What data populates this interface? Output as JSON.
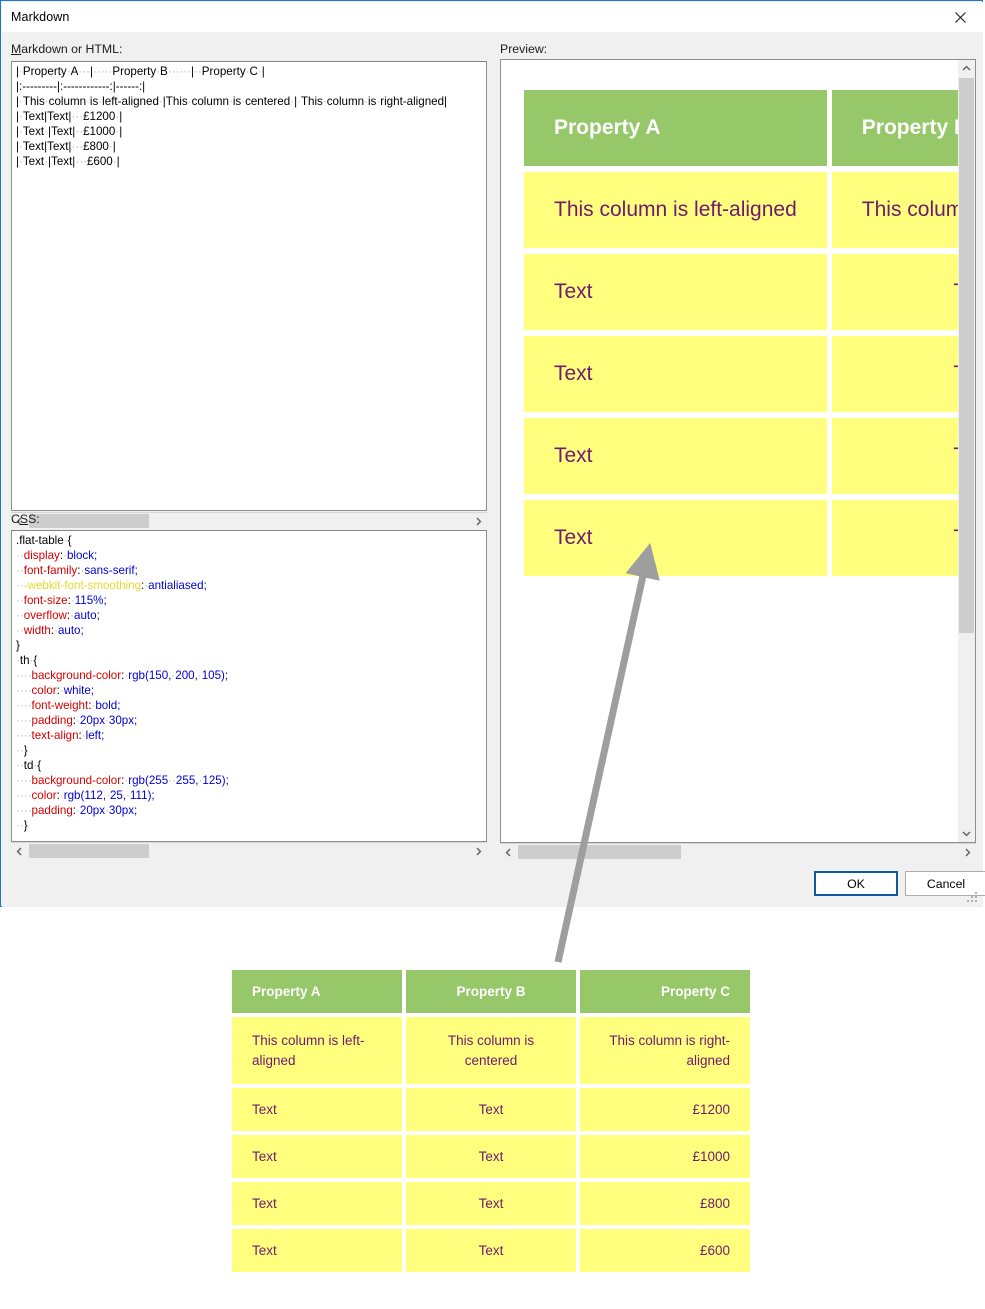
{
  "window": {
    "title": "Markdown",
    "close_icon": "close-icon"
  },
  "fields": {
    "markdown_label_mnemonic": "M",
    "markdown_label_rest": "arkdown or HTML:",
    "css_label_pre": "C",
    "css_label_mnemonic": "S",
    "css_label_rest": "S:",
    "preview_label": "Preview:"
  },
  "markdown_source": {
    "lines": [
      "| Property A   |     Property B      |  Property C |",
      "|:---------|:------------:|------:|",
      "| This column is left-aligned |This column is centered | This column is right-aligned|",
      "| Text|Text|   £1200 |",
      "| Text |Text|  £1000 |",
      "| Text|Text|   £800 |",
      "| Text |Text|   £600 |"
    ]
  },
  "css_source": {
    "lines": [
      ".flat-table {",
      "  display: block;",
      "  font-family: sans-serif;",
      "  -webkit-font-smoothing: antialiased;",
      "  font-size: 115%;",
      "  overflow: auto;",
      "  width: auto;",
      "}",
      " th {",
      "    background-color: rgb(150, 200, 105);",
      "    color: white;",
      "    font-weight: bold;",
      "    padding: 20px 30px;",
      "    text-align: left;",
      "  }",
      "  td {",
      "    background-color: rgb(255  255, 125);",
      "    color: rgb(112, 25, 111);",
      "    padding: 20px 30px;",
      "  }"
    ]
  },
  "buttons": {
    "ok": "OK",
    "cancel": "Cancel"
  },
  "scroll_icons": {
    "left": "◄",
    "right": "►",
    "up": "^",
    "down": "v"
  },
  "table": {
    "headers": [
      "Property A",
      "Property B",
      "Property C"
    ],
    "rows": [
      [
        "This column is left-aligned",
        "This column is centered",
        "This column is right-aligned"
      ],
      [
        "Text",
        "Text",
        "£1200"
      ],
      [
        "Text",
        "Text",
        "£1000"
      ],
      [
        "Text",
        "Text",
        "£800"
      ],
      [
        "Text",
        "Text",
        "£600"
      ]
    ],
    "alignments": [
      "left",
      "center",
      "right"
    ]
  },
  "colors": {
    "header_bg": "#96c869",
    "cell_bg": "#ffff7d",
    "cell_text": "#70196f",
    "header_text": "#ffffff",
    "dialog_border": "#1a7ac8",
    "arrow": "#9e9e9e"
  }
}
